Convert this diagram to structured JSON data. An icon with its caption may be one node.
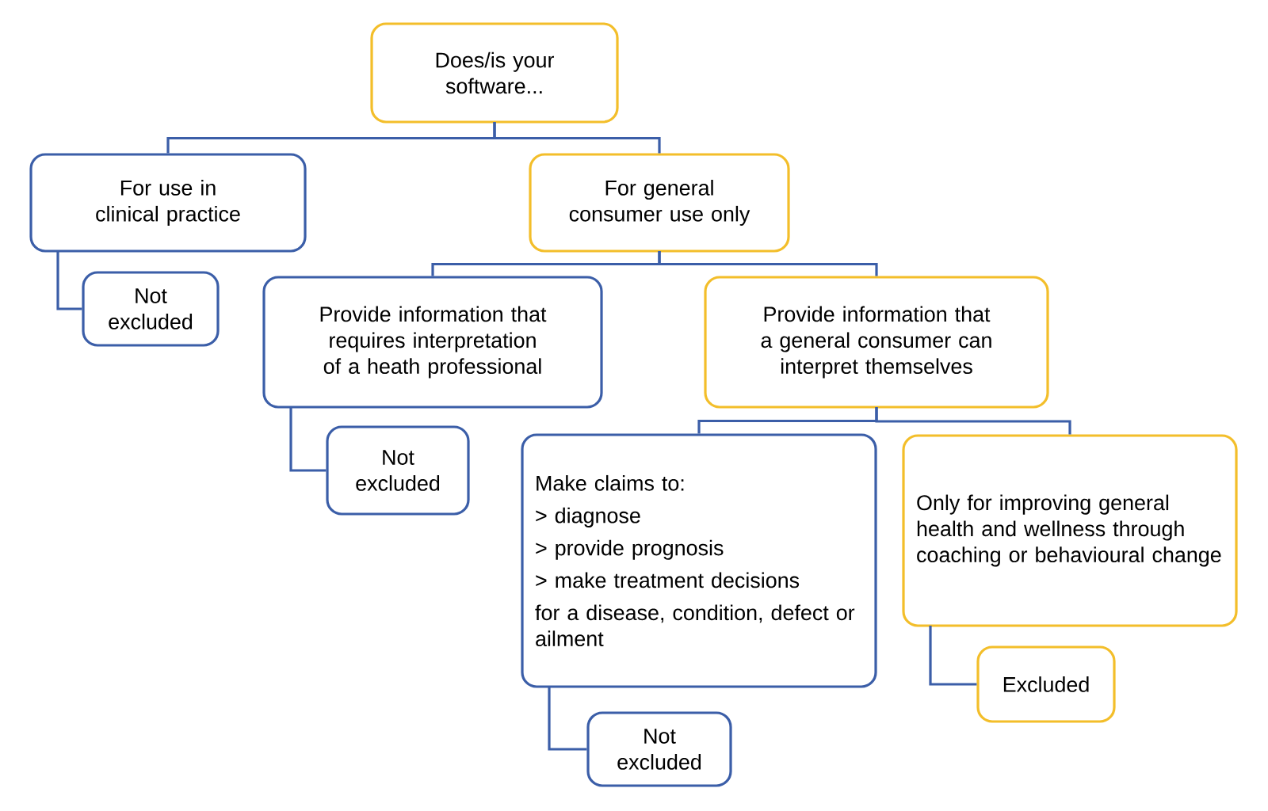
{
  "diagram": {
    "nodes": [
      {
        "text": [
          "Does/is your software..."
        ]
      },
      {
        "text": [
          "For use in clinical practice"
        ]
      },
      {
        "text": [
          "Not excluded"
        ]
      },
      {
        "text": [
          "For general consumer use only"
        ]
      },
      {
        "text": [
          "Provide information that requires interpretation of a heath professional"
        ]
      },
      {
        "text": [
          "Not excluded"
        ]
      },
      {
        "text": [
          "Provide information that a general consumer can interpret themselves"
        ]
      },
      {
        "text": [
          "Make claims to:",
          "> diagnose",
          "> provide prognosis",
          "> make treatment decisions",
          "for a disease, condition, defect or ailment"
        ]
      },
      {
        "text": [
          "Only for improving general health and wellness through coaching or behavioural change"
        ]
      },
      {
        "text": [
          "Not excluded"
        ]
      },
      {
        "text": [
          "Excluded"
        ]
      }
    ],
    "edges": [
      {
        "from": 0,
        "to": 1,
        "arrow": "none"
      },
      {
        "from": 0,
        "to": 3,
        "arrow": "none"
      },
      {
        "from": 1,
        "to": 2,
        "arrow": "none"
      },
      {
        "from": 3,
        "to": 4,
        "arrow": "none"
      },
      {
        "from": 3,
        "to": 6,
        "arrow": "none"
      },
      {
        "from": 4,
        "to": 5,
        "arrow": "none"
      },
      {
        "from": 6,
        "to": 7,
        "arrow": "none"
      },
      {
        "from": 6,
        "to": 8,
        "arrow": "none"
      },
      {
        "from": 7,
        "to": 9,
        "arrow": "none"
      },
      {
        "from": 8,
        "to": 10,
        "arrow": "none"
      }
    ]
  }
}
